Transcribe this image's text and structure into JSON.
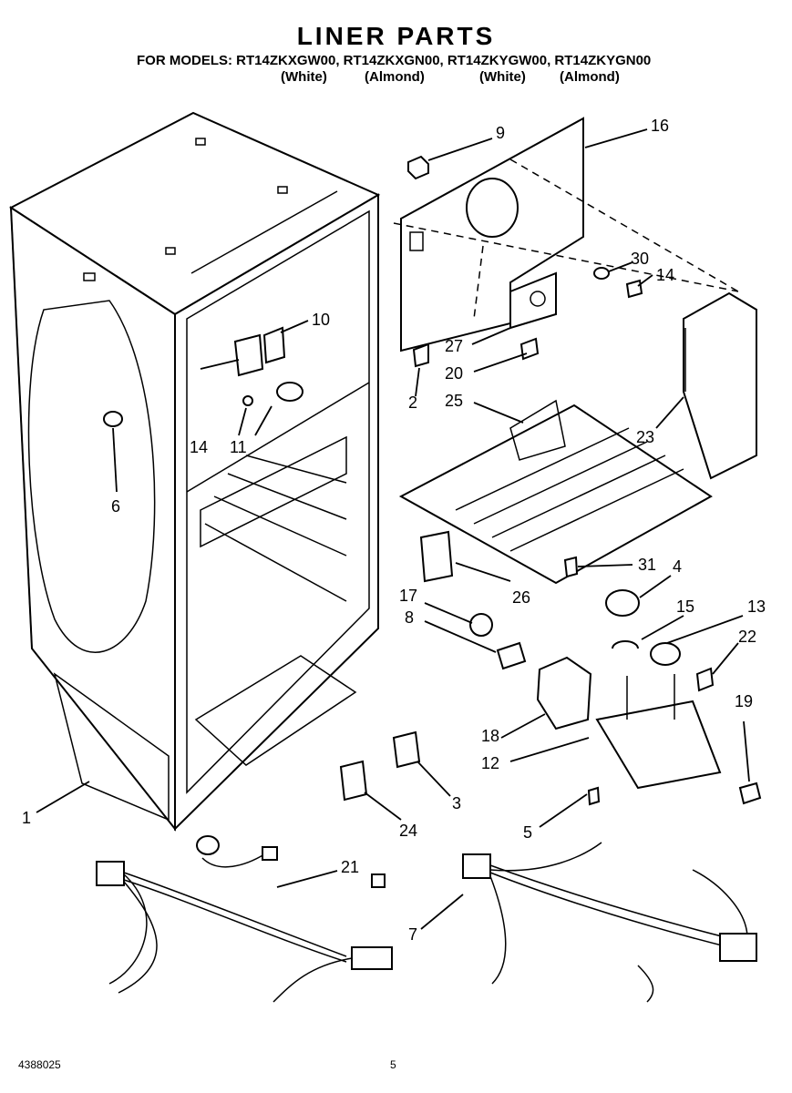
{
  "header": {
    "title": "LINER PARTS",
    "models_line": "FOR MODELS: RT14ZKXGW00, RT14ZKXGN00, RT14ZKYGW00, RT14ZKYGN00",
    "finishes": [
      "(White)",
      "(Almond)",
      "(White)",
      "(Almond)"
    ]
  },
  "callouts": {
    "p1": "1",
    "p2": "2",
    "p3": "3",
    "p4": "4",
    "p5": "5",
    "p6": "6",
    "p7": "7",
    "p8": "8",
    "p9": "9",
    "p10": "10",
    "p11": "11",
    "p12": "12",
    "p13": "13",
    "p14a": "14",
    "p14b": "14",
    "p15": "15",
    "p16": "16",
    "p17": "17",
    "p18": "18",
    "p19": "19",
    "p20": "20",
    "p21": "21",
    "p22": "22",
    "p23": "23",
    "p24": "24",
    "p25": "25",
    "p26": "26",
    "p27": "27",
    "p30": "30",
    "p31": "31"
  },
  "footer": {
    "doc_number": "4388025",
    "page_number": "5"
  }
}
